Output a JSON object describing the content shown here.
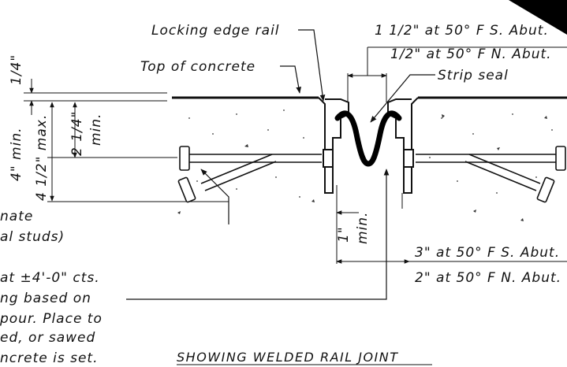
{
  "labels": {
    "locking_edge_rail": "Locking edge rail",
    "top_of_concrete": "Top of concrete",
    "strip_seal": "Strip seal",
    "opening_s_abut_top": "1 1/2\" at 50° F S. Abut.",
    "opening_n_abut_top": "1/2\" at 50° F N. Abut.",
    "opening_s_abut_bottom": "3\" at 50° F S. Abut.",
    "opening_n_abut_bottom": "2\" at 50° F N. Abut."
  },
  "dimensions": {
    "quarter_inch": "1/4\"",
    "four_inch_min": "4\" min.",
    "four_half_max": "4 1/2\" max.",
    "two_quarter_min_a": "2 1/4\"",
    "two_quarter_min_b": "min.",
    "one_inch_min_a": "1\"",
    "one_inch_min_b": "min."
  },
  "notes": {
    "alternate_a": "nate",
    "alternate_b": "al studs)",
    "spacing": "at ±4'-0\" cts.",
    "line1": "ng based on",
    "line2": "pour. Place to",
    "line3": "ed, or sawed",
    "line4": "ncrete is set."
  },
  "caption": "SHOWING WELDED RAIL JOINT"
}
